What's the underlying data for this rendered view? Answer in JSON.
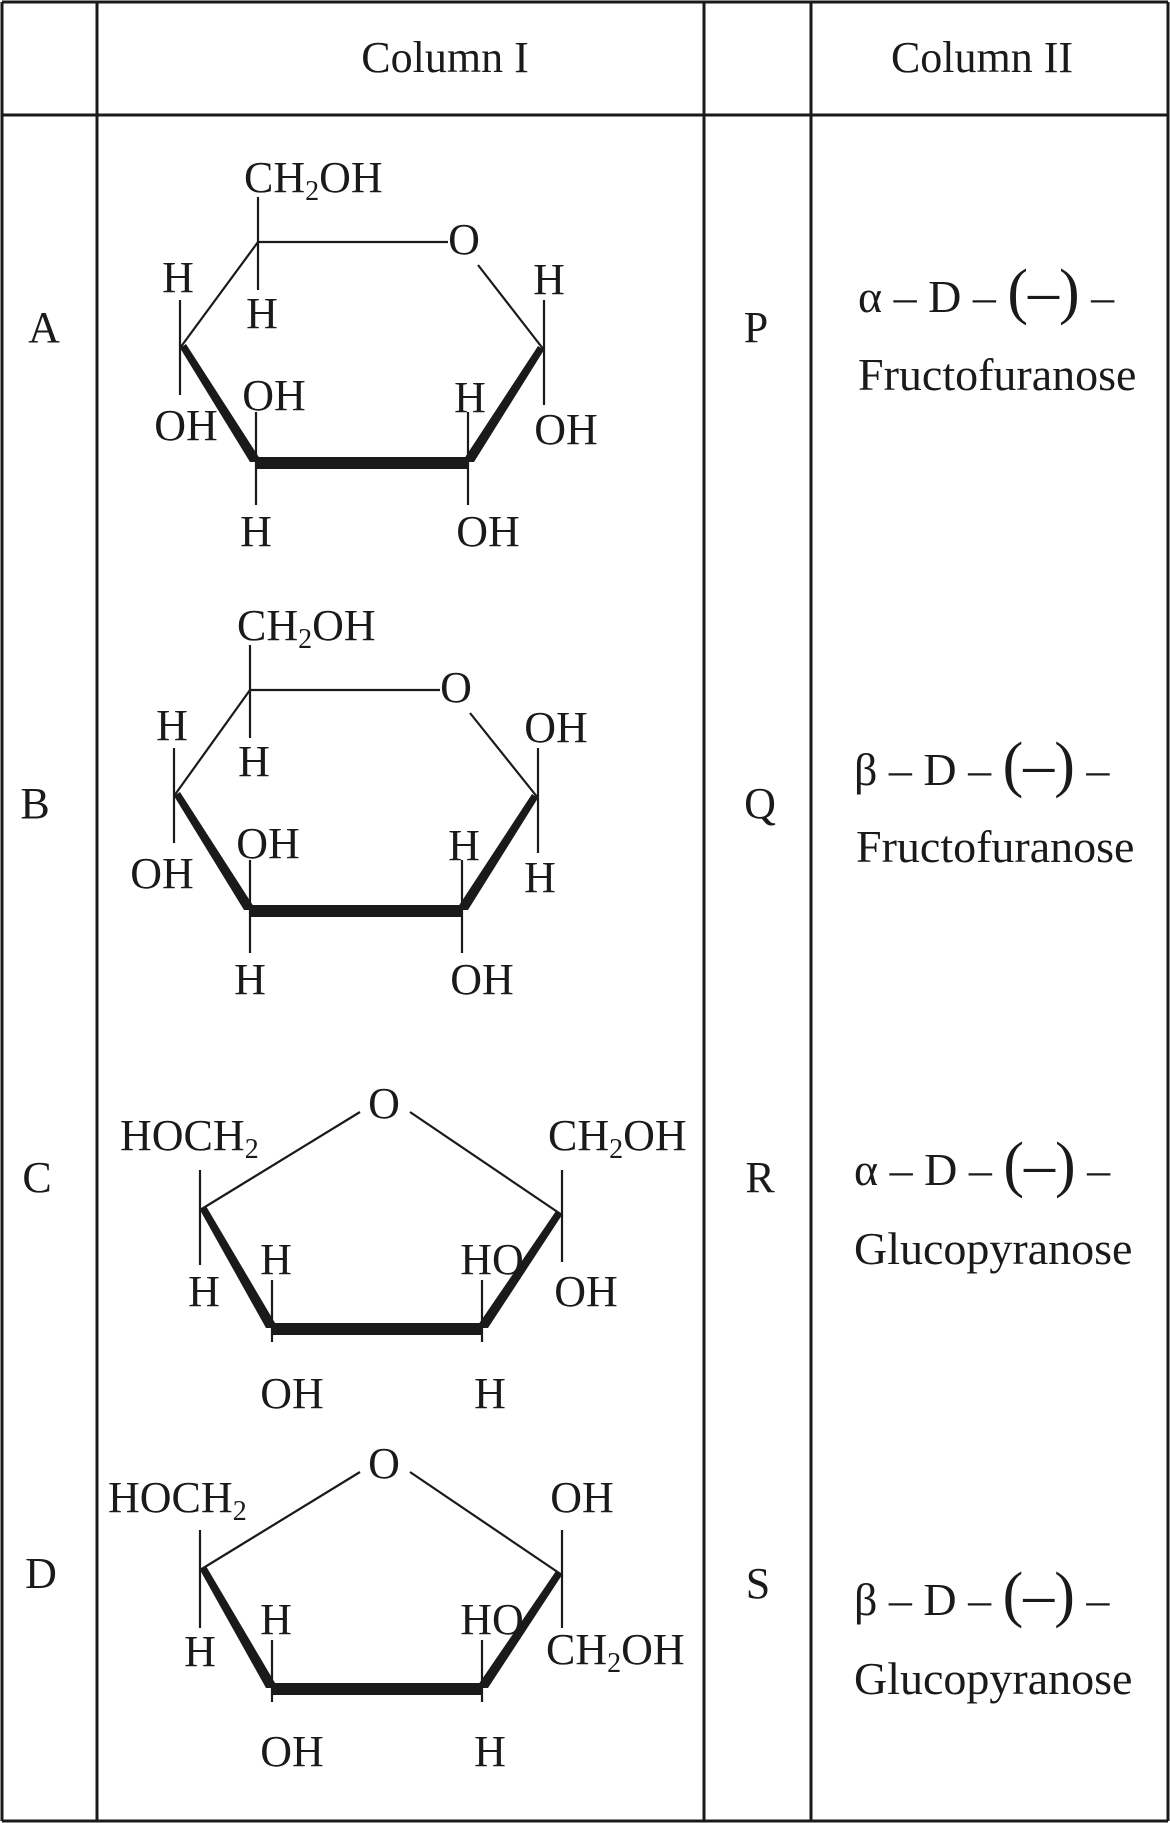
{
  "table": {
    "headers": {
      "col1": "Column I",
      "col2": "Column II"
    },
    "rows": [
      {
        "label": "A",
        "option_label": "P",
        "option_prefix": "α – D –",
        "option_paren": "(–)",
        "option_dash": "–",
        "option_name": "Fructofuranose"
      },
      {
        "label": "B",
        "option_label": "Q",
        "option_prefix": "β – D –",
        "option_paren": "(–)",
        "option_dash": "–",
        "option_name": "Fructofuranose"
      },
      {
        "label": "C",
        "option_label": "R",
        "option_prefix": "α – D –",
        "option_paren": "(–)",
        "option_dash": "–",
        "option_name": "Glucopyranose"
      },
      {
        "label": "D",
        "option_label": "S",
        "option_prefix": "β – D –",
        "option_paren": "(–)",
        "option_dash": "–",
        "option_name": "Glucopyranose"
      }
    ]
  },
  "structures": {
    "A": {
      "top_group_main": "CH",
      "top_group_sub": "2",
      "top_group_end": "OH",
      "ring_o": "O",
      "c5_h": "H",
      "c4_h_up": "H",
      "c4_oh": "OH",
      "c3_oh": "OH",
      "c3_h": "H",
      "c2_h": "H",
      "c2_oh": "OH",
      "c1_h": "H",
      "c1_oh": "OH"
    },
    "B": {
      "top_group_main": "CH",
      "top_group_sub": "2",
      "top_group_end": "OH",
      "ring_o": "O",
      "c5_h": "H",
      "c4_h_up": "H",
      "c4_oh": "OH",
      "c3_oh": "OH",
      "c3_h": "H",
      "c2_h": "H",
      "c2_oh": "OH",
      "c1_oh": "OH",
      "c1_h": "H"
    },
    "C": {
      "ring_o": "O",
      "left_group_main": "HOCH",
      "left_group_sub": "2",
      "left_h": "H",
      "c4_h": "H",
      "c4_oh": "OH",
      "c3_ho": "HO",
      "c3_h": "H",
      "right_top_main": "CH",
      "right_top_sub": "2",
      "right_top_end": "OH",
      "right_bottom": "OH"
    },
    "D": {
      "ring_o": "O",
      "left_group_main": "HOCH",
      "left_group_sub": "2",
      "left_h": "H",
      "c4_h": "H",
      "c4_oh": "OH",
      "c3_ho": "HO",
      "c3_h": "H",
      "right_top": "OH",
      "right_bottom_main": "CH",
      "right_bottom_sub": "2",
      "right_bottom_end": "OH"
    }
  }
}
